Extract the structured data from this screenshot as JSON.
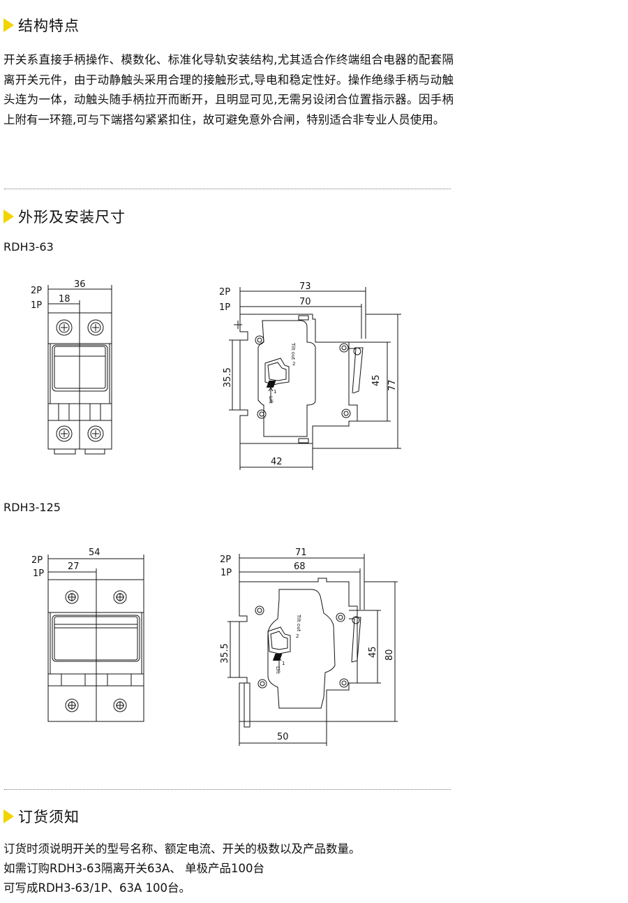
{
  "sections": {
    "features": {
      "title": "结构特点",
      "body": "开关系直接手柄操作、模数化、标准化导轨安装结构,尤其适合作终端组合电器的配套隔离开关元件，由于动静触头采用合理的接触形式,导电和稳定性好。操作绝缘手柄与动触头连为一体，动触头随手柄拉开而断开，且明显可见,无需另设闭合位置指示器。因手柄上附有一环箍,可与下端搭勾紧紧扣住，故可避免意外合闸，特别适合非专业人员使用。"
    },
    "dimensions": {
      "title": "外形及安装尺寸",
      "models": [
        {
          "name": "RDH3-63",
          "front": {
            "pole2": "2P",
            "pole1": "1P",
            "w2p": "36",
            "w1p": "18"
          },
          "side": {
            "pole2": "2P",
            "pole1": "1P",
            "d2p": "73",
            "d1p": "70",
            "rail": "35.5",
            "h_inner": "45",
            "h_total": "77",
            "base": "42"
          },
          "label_tilt": "Tilt out",
          "label_lift": "Lift",
          "step1": "1",
          "step2": "2"
        },
        {
          "name": "RDH3-125",
          "front": {
            "pole2": "2P",
            "pole1": "1P",
            "w2p": "54",
            "w1p": "27"
          },
          "side": {
            "pole2": "2P",
            "pole1": "1P",
            "d2p": "71",
            "d1p": "68",
            "rail": "35.5",
            "h_inner": "45",
            "h_total": "80",
            "base": "50"
          },
          "label_tilt": "Tilt out",
          "label_lift": "Lift",
          "step1": "1",
          "step2": "2"
        }
      ]
    },
    "ordering": {
      "title": "订货须知",
      "lines": [
        "订货时须说明开关的型号名称、额定电流、开关的极数以及产品数量。",
        "如需订购RDH3-63隔离开关63A、 单极产品100台",
        "可写成RDH3-63/1P、63A 100台。"
      ]
    }
  },
  "colors": {
    "accent": "#f2d400",
    "line": "#111111",
    "divider": "#777777"
  }
}
